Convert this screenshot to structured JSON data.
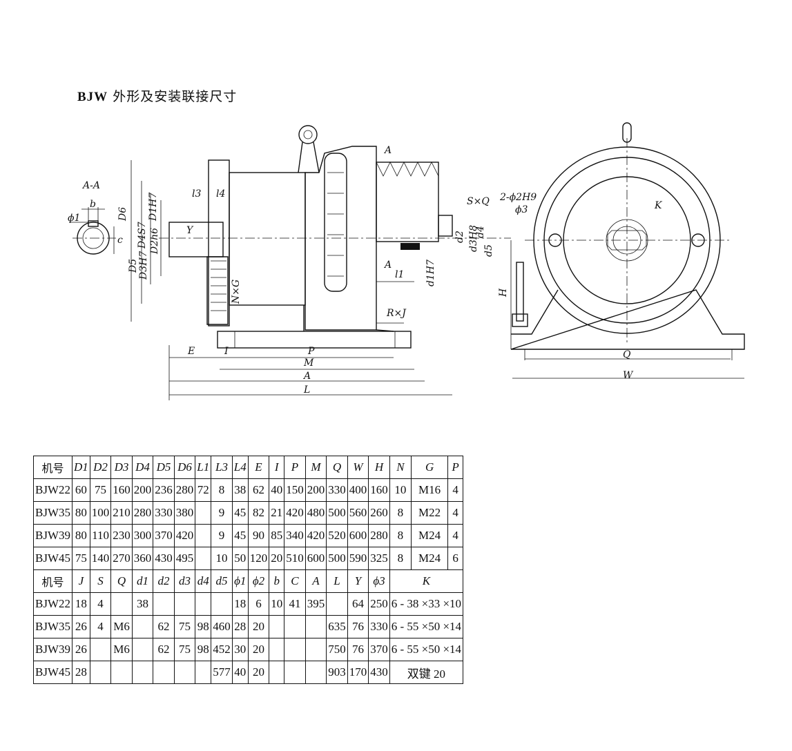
{
  "title": {
    "code": "BJW",
    "text": "外形及安装联接尺寸"
  },
  "labels": {
    "section": "A-A",
    "b": "b",
    "phi1": "ϕ1",
    "c": "c",
    "D6": "D6",
    "D1H7": "D1H7",
    "D4S7": "D4S7",
    "D2h6": "D2h6",
    "D3H7": "D3H7",
    "D5": "D5",
    "Y": "Y",
    "l3": "l3",
    "l4": "l4",
    "NxG": "N×G",
    "A_top": "A",
    "A_bot": "A",
    "SxQ": "S×Q",
    "phi2": "2-ϕ2H9",
    "phi3": "ϕ3",
    "d2": "d2",
    "d3H8": "d3H8",
    "d4": "d4",
    "d5": "d5",
    "l1": "l1",
    "d1H7": "d1H7",
    "RxJ": "R×J",
    "E": "E",
    "I": "I",
    "P": "P",
    "M": "M",
    "A": "A",
    "L": "L",
    "K": "K",
    "H": "H",
    "Q": "Q",
    "W": "W"
  },
  "table": {
    "header1": [
      "机号",
      "D1",
      "D2",
      "D3",
      "D4",
      "D5",
      "D6",
      "L1",
      "L3",
      "L4",
      "E",
      "I",
      "P",
      "M",
      "Q",
      "W",
      "H",
      "N",
      "G",
      "P"
    ],
    "rows1": [
      [
        "BJW22",
        "60",
        "75",
        "160",
        "200",
        "236",
        "280",
        "72",
        "8",
        "38",
        "62",
        "40",
        "150",
        "200",
        "330",
        "400",
        "160",
        "10",
        "M16",
        "4"
      ],
      [
        "BJW35",
        "80",
        "100",
        "210",
        "280",
        "330",
        "380",
        "",
        "9",
        "45",
        "82",
        "21",
        "420",
        "480",
        "500",
        "560",
        "260",
        "8",
        "M22",
        "4"
      ],
      [
        "BJW39",
        "80",
        "110",
        "230",
        "300",
        "370",
        "420",
        "",
        "9",
        "45",
        "90",
        "85",
        "340",
        "420",
        "520",
        "600",
        "280",
        "8",
        "M24",
        "4"
      ],
      [
        "BJW45",
        "75",
        "140",
        "270",
        "360",
        "430",
        "495",
        "",
        "10",
        "50",
        "120",
        "20",
        "510",
        "600",
        "500",
        "590",
        "325",
        "8",
        "M24",
        "6"
      ]
    ],
    "header2": [
      "机号",
      "J",
      "S",
      "Q",
      "d1",
      "d2",
      "d3",
      "d4",
      "d5",
      "ϕ1",
      "ϕ2",
      "b",
      "C",
      "A",
      "L",
      "Y",
      "ϕ3",
      "K"
    ],
    "rows2": [
      [
        "BJW22",
        "18",
        "4",
        "",
        "38",
        "",
        "",
        "",
        "",
        "18",
        "6",
        "10",
        "41",
        "395",
        "",
        "64",
        "250",
        "6 - 38 ×33 ×10"
      ],
      [
        "BJW35",
        "26",
        "4",
        "M6",
        "",
        "62",
        "75",
        "98",
        "460",
        "28",
        "20",
        "",
        "",
        "",
        "635",
        "76",
        "330",
        "6 - 55 ×50 ×14"
      ],
      [
        "BJW39",
        "26",
        "",
        "M6",
        "",
        "62",
        "75",
        "98",
        "452",
        "30",
        "20",
        "",
        "",
        "",
        "750",
        "76",
        "370",
        "6 - 55 ×50 ×14"
      ],
      [
        "BJW45",
        "28",
        "",
        "",
        "",
        "",
        "",
        "",
        "577",
        "40",
        "20",
        "",
        "",
        "",
        "903",
        "170",
        "430",
        "双键 20"
      ]
    ]
  }
}
